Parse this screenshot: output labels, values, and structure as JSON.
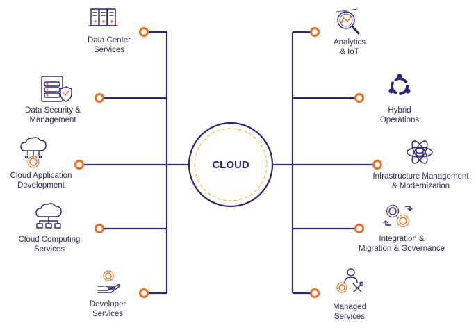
{
  "center": {
    "label": "CLOUD"
  },
  "colors": {
    "line": "#2b2478",
    "node": "#f26b1d",
    "ring": "#f2c12e",
    "text": "#2a2a55"
  },
  "left_services": [
    {
      "line1": "Data Center",
      "line2": "Services",
      "icon": "server-rack-icon"
    },
    {
      "line1": "Data Security &",
      "line2": "Management",
      "icon": "database-shield-icon"
    },
    {
      "line1": "Cloud Application",
      "line2": "Development",
      "icon": "cloud-gear-icon"
    },
    {
      "line1": "Cloud Computing",
      "line2": "Services",
      "icon": "cloud-network-icon"
    },
    {
      "line1": "Developer",
      "line2": "Services",
      "icon": "hand-gear-icon"
    }
  ],
  "right_services": [
    {
      "line1": "Analytics",
      "line2": "& IoT",
      "icon": "magnifier-chart-icon"
    },
    {
      "line1": "Hybrid",
      "line2": "Operations",
      "icon": "ubuntu-ring-icon"
    },
    {
      "line1": "Infrastructure Management",
      "line2": "& Modernization",
      "icon": "atom-database-icon"
    },
    {
      "line1": "Integration &",
      "line2": "Migration & Governance",
      "icon": "sync-gears-icon"
    },
    {
      "line1": "Managed",
      "line2": "Services",
      "icon": "user-tools-icon"
    }
  ]
}
